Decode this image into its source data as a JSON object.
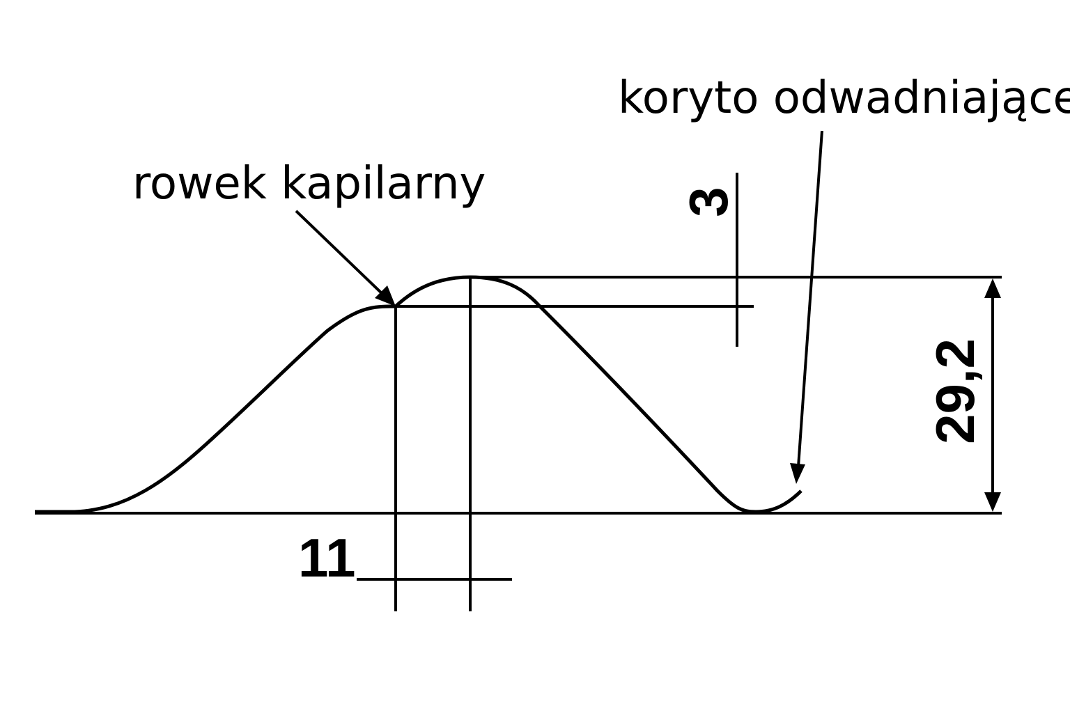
{
  "labels": {
    "capillary_groove": "rowek kapilarny",
    "drainage_channel": "koryto odwadniające"
  },
  "dimensions": {
    "height": "29,2",
    "groove_depth": "3",
    "groove_width": "11"
  },
  "colors": {
    "ink": "#000000",
    "background": "#ffffff"
  }
}
